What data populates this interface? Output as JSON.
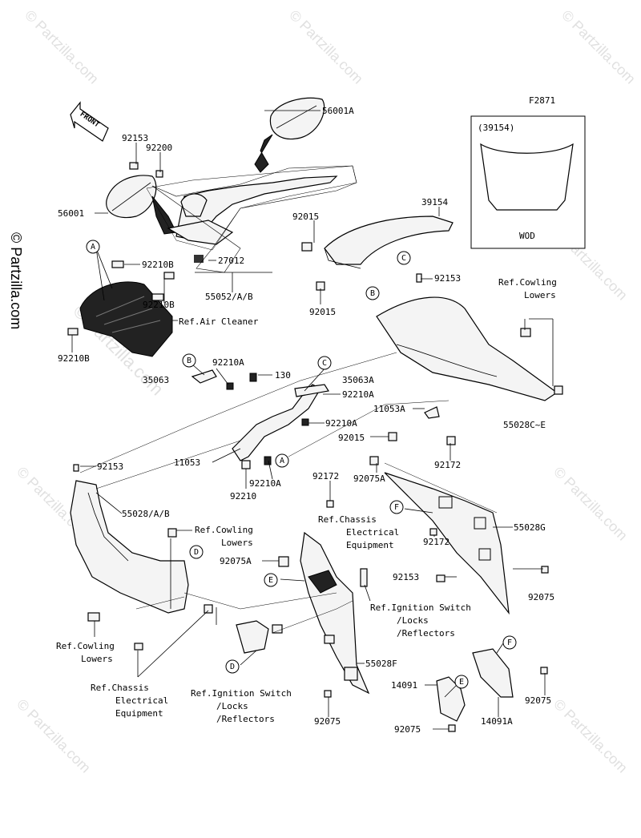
{
  "figure_id": "F2871",
  "front_label": "FRONT",
  "side_watermark": "© Partzilla.com",
  "watermark_text": "© Partzilla.com",
  "wod_box": {
    "part": "(39154)",
    "label": "WOD"
  },
  "labels": {
    "p56001A": "56001A",
    "p92153a": "92153",
    "p92200": "92200",
    "p56001": "56001",
    "p39154": "39154",
    "p92015a": "92015",
    "p27012": "27012",
    "p55052": "55052/A/B",
    "p92015b": "92015",
    "p92210B1": "92210B",
    "p92210B2": "92210B",
    "refAir": "Ref.Air Cleaner",
    "p92210B3": "92210B",
    "p92153b": "92153",
    "refCowl1a": "Ref.Cowling",
    "refCowl1b": "Lowers",
    "p92210A1": "92210A",
    "p35063": "35063",
    "p130": "130",
    "p35063A": "35063A",
    "p92210A2": "92210A",
    "p11053A": "11053A",
    "p55028CE": "55028C~E",
    "p92210A3": "92210A",
    "p92015c": "92015",
    "p92172a": "92172",
    "p11053": "11053",
    "p92210A4": "92210A",
    "p92210": "92210",
    "p92153c": "92153",
    "p92075A1": "92075A",
    "p92172b": "92172",
    "p55028AB": "55028/A/B",
    "refChassis1a": "Ref.Chassis",
    "refChassis1b": "Electrical",
    "refChassis1c": "Equipment",
    "p55028G": "55028G",
    "refCowl2a": "Ref.Cowling",
    "refCowl2b": "Lowers",
    "p92172c": "92172",
    "p92075A2": "92075A",
    "p92153d": "92153",
    "p92075a": "92075",
    "refIgn1a": "Ref.Ignition Switch",
    "refIgn1b": "/Locks",
    "refIgn1c": "/Reflectors",
    "refCowl3a": "Ref.Cowling",
    "refCowl3b": "Lowers",
    "p55028F": "55028F",
    "refChassis2a": "Ref.Chassis",
    "refChassis2b": "Electrical",
    "refChassis2c": "Equipment",
    "refIgn2a": "Ref.Ignition Switch",
    "refIgn2b": "/Locks",
    "refIgn2c": "/Reflectors",
    "p14091": "14091",
    "p92075b": "92075",
    "p92075c": "92075",
    "p14091A": "14091A",
    "p92075d": "92075"
  },
  "callouts": {
    "A1": "A",
    "A2": "A",
    "B1": "B",
    "B2": "B",
    "C1": "C",
    "C2": "C",
    "D1": "D",
    "D2": "D",
    "E1": "E",
    "E2": "E",
    "F1": "F",
    "F2": "F"
  }
}
